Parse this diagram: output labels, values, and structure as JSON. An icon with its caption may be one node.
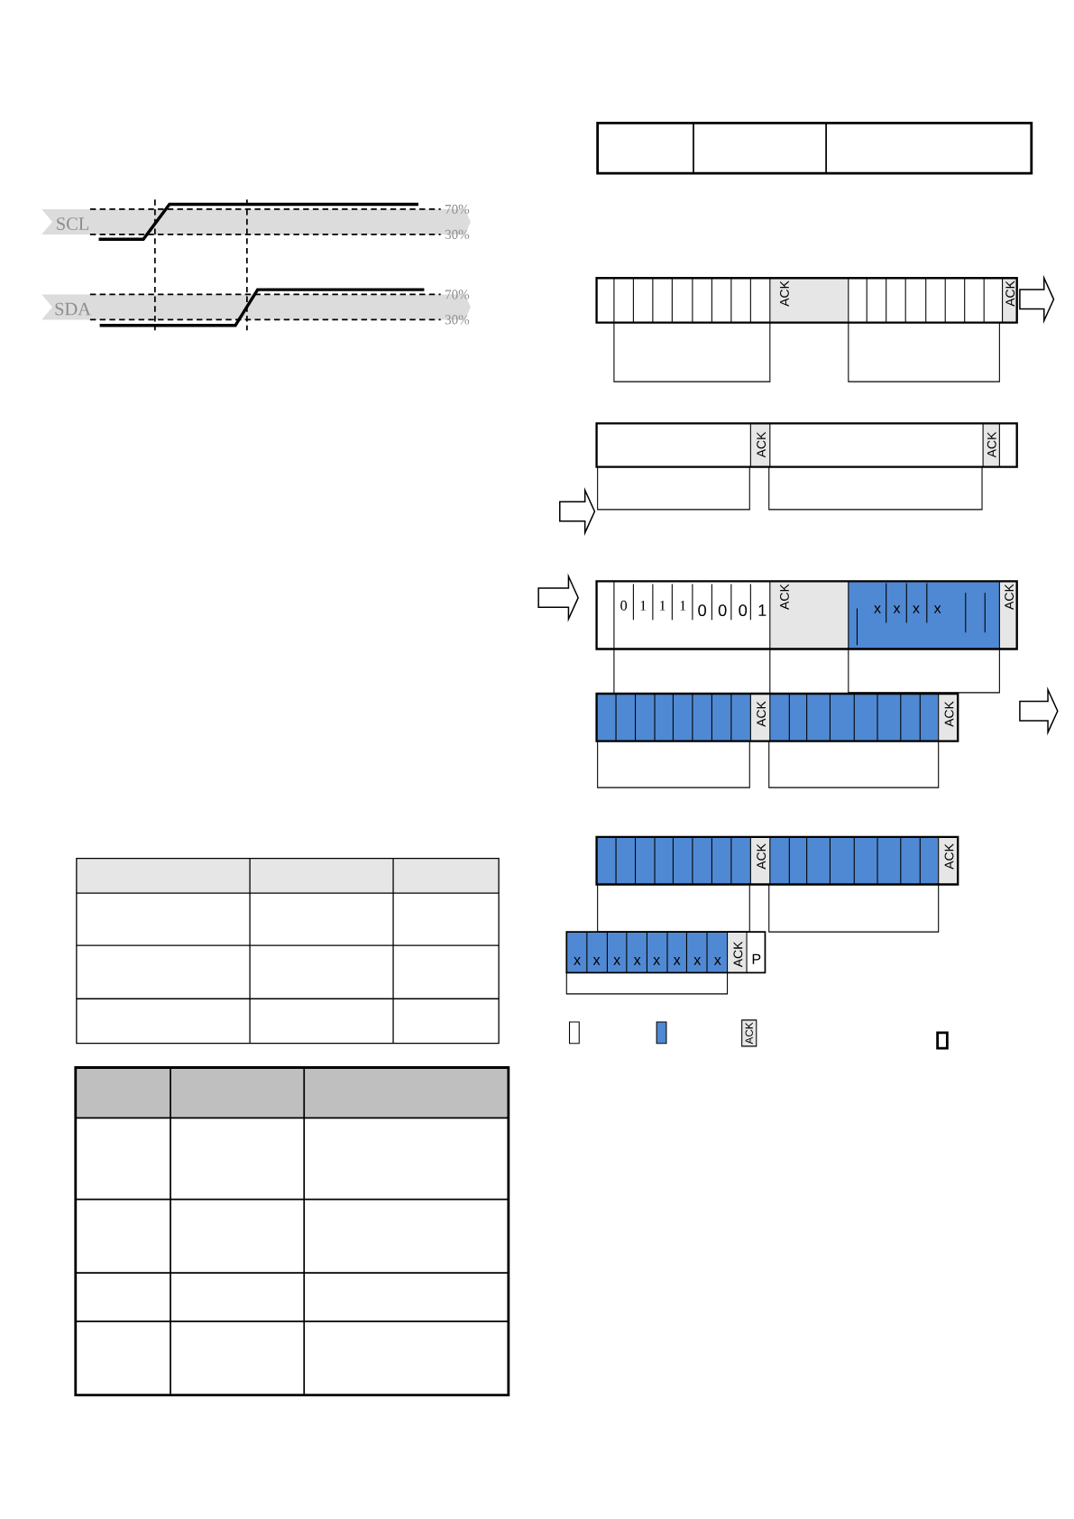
{
  "diagram": {
    "labels": [
      "SCL",
      "70%",
      "30%",
      "SDA",
      "70%",
      "30%",
      "ACK",
      "ACK",
      "ACK",
      "ACK",
      "0",
      "1",
      "1",
      "1",
      "0",
      "0",
      "0",
      "1",
      "ACK",
      "x",
      "x",
      "x",
      "x",
      "ACK",
      "ACK",
      "ACK",
      "ACK",
      "ACK",
      "x",
      "x",
      "x",
      "x",
      "x",
      "x",
      "x",
      "x",
      "ACK",
      "P",
      "ACK"
    ]
  }
}
